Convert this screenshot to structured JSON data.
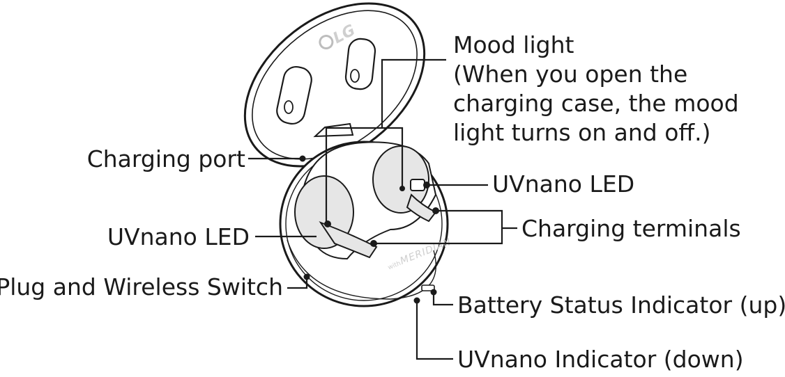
{
  "labels": {
    "mood_light": [
      "Mood light",
      "(When you open the",
      "charging case, the mood",
      "light turns on and off.)"
    ],
    "charging_port": "Charging port",
    "uvnano_led_right": "UVnano LED",
    "charging_terminals": "Charging terminals",
    "uvnano_led_left": "UVnano LED",
    "plug_wireless_switch": "Plug and Wireless Switch",
    "battery_status_indicator": "Battery Status Indicator (up)",
    "uvnano_indicator": "UVnano Indicator (down)"
  },
  "brand": {
    "lid_logo": "LG",
    "meridian_prefix": "with",
    "meridian": "MERIDIAN"
  }
}
